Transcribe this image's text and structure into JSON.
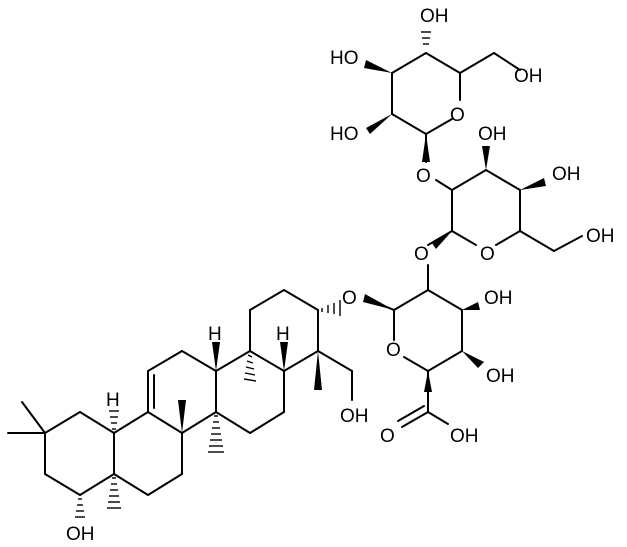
{
  "colors": {
    "background": "#ffffff",
    "ink": "#000000"
  },
  "labels": {
    "oh_top": "OH",
    "ho_glc1_c4": "HO",
    "oh_glc1_c6": "OH",
    "o_glc1_ring": "O",
    "ho_glc1_c2": "HO",
    "o_link_glc1_glc2": "O",
    "oh_glc2_c3": "OH",
    "oh_glc2_c4": "OH",
    "oh_glc2_c6": "OH",
    "o_glc2_ring": "O",
    "o_link_glc2_gluca": "O",
    "oh_gluca_c3": "OH",
    "o_aglycone_link": "O",
    "o_gluca_ring": "O",
    "oh_gluca_c4": "OH",
    "oh_c23": "OH",
    "o_carbonyl": "O",
    "oh_carboxyl": "OH",
    "h_c18": "H",
    "h_c9": "H",
    "h_c5": "H",
    "oh_c22": "OH"
  }
}
